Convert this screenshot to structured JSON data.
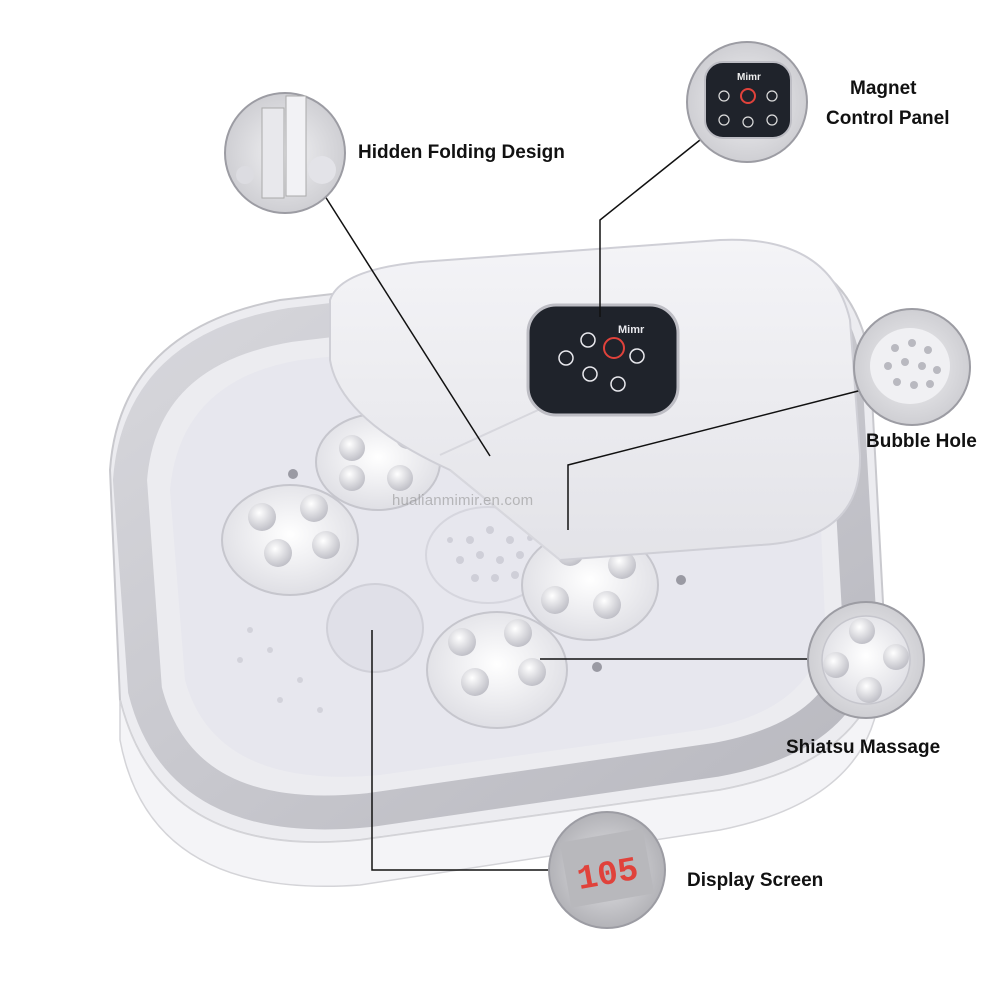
{
  "product": {
    "brand": "Mimr",
    "display_reading": "105",
    "watermark": "hualianmimir.en.com"
  },
  "callouts": {
    "hidden_folding": "Hidden Folding Design",
    "magnet_line1": "Magnet",
    "magnet_line2": "Control Panel",
    "bubble_hole": "Bubble Hole",
    "shiatsu": "Shiatsu Massage",
    "display_screen": "Display Screen"
  },
  "colors": {
    "body": "#ffffff",
    "rim": "#c9c9ce",
    "basin_floor": "#eaeaf0",
    "control_panel": "#1f232b",
    "display_digits": "#e0423b",
    "leader_line": "#111111"
  }
}
